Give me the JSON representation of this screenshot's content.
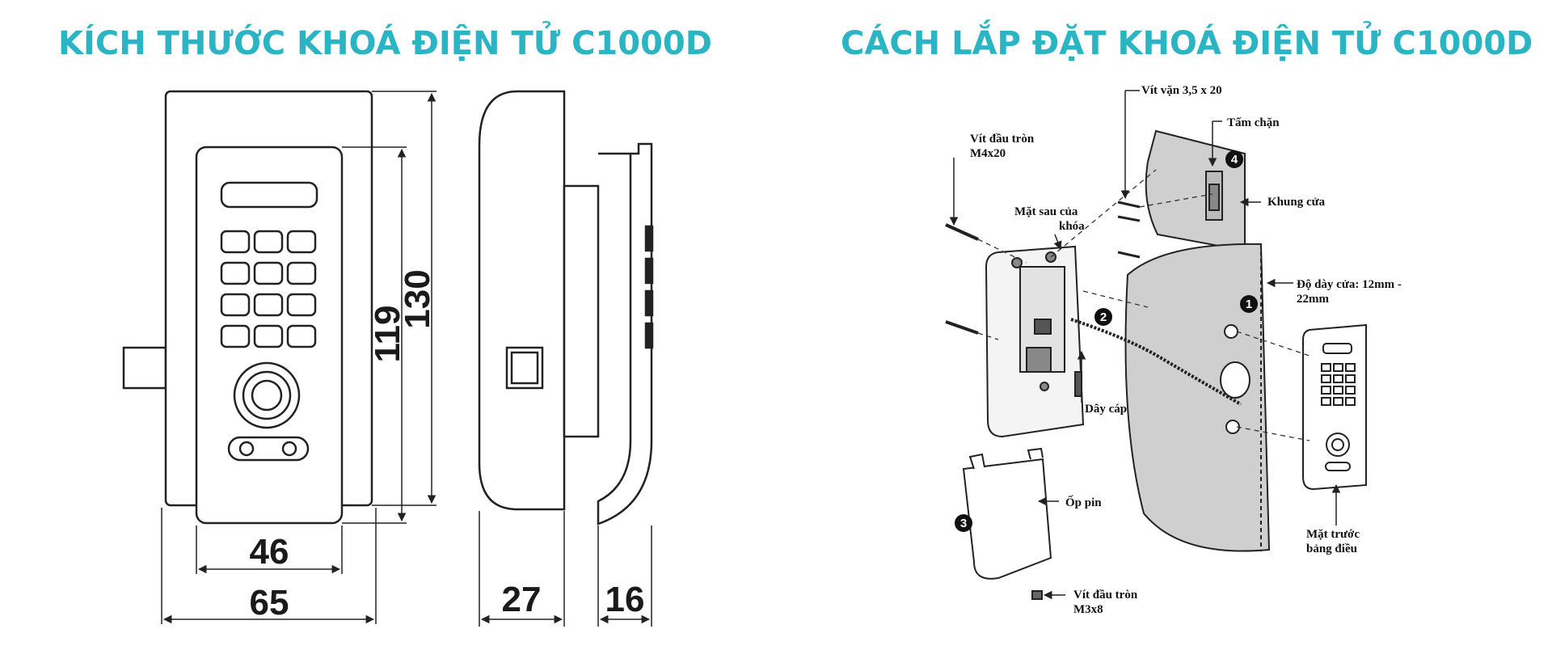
{
  "titles": {
    "left": "KÍCH THƯỚC KHOÁ ĐIỆN TỬ C1000D",
    "right": "CÁCH LẮP ĐẶT KHOÁ ĐIỆN TỬ C1000D"
  },
  "colors": {
    "title": "#2bb5c4",
    "line": "#222222",
    "door": "#cfcfcf"
  },
  "dimensions": {
    "width_inner": "46",
    "width_outer": "65",
    "height_inner": "119",
    "height_outer": "130",
    "depth_body": "27",
    "depth_panel": "16"
  },
  "install_labels": {
    "screw_3_5x20": "Vít vặn 3,5 x 20",
    "stop_plate": "Tấm chặn",
    "round_screw_m4_l1": "Vít đầu tròn",
    "round_screw_m4_l2": "M4x20",
    "back_face_l1": "Mặt sau của",
    "back_face_l2": "khóa",
    "door_frame": "Khung cửa",
    "door_thickness_l1": "Độ dày cửa: 12mm -",
    "door_thickness_l2": "22mm",
    "cable": "Dây cáp",
    "battery_cover": "Ốp pin",
    "front_panel_l1": "Mặt trước",
    "front_panel_l2": "bảng điều",
    "round_screw_m3_l1": "Vít đầu tròn",
    "round_screw_m3_l2": "M3x8"
  },
  "steps": [
    "1",
    "2",
    "3",
    "4"
  ]
}
